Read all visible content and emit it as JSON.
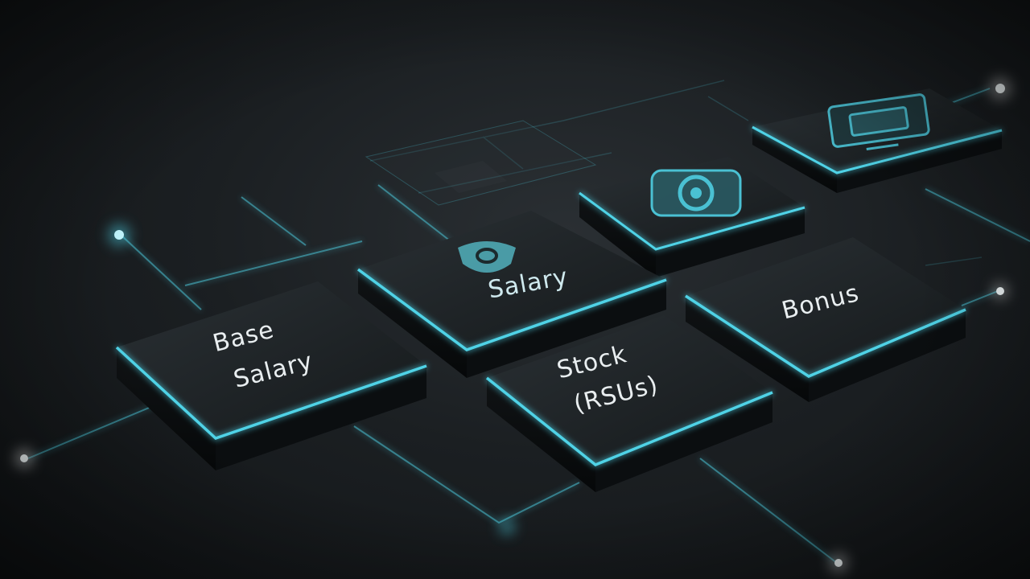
{
  "tiles": {
    "base_salary": {
      "line1": "Base",
      "line2": "Salary"
    },
    "salary": {
      "label": "Salary",
      "icon": "shield-icon"
    },
    "stock": {
      "line1": "Stock",
      "line2": "(RSUs)"
    },
    "bonus": {
      "label": "Bonus"
    },
    "settings": {
      "icon": "gear-icon"
    },
    "monitor": {
      "icon": "monitor-icon"
    }
  },
  "colors": {
    "glow": "#4fd2e6",
    "tile_top": "#1e2326",
    "tile_side": "#0d1012",
    "background": "#1b1f22"
  }
}
